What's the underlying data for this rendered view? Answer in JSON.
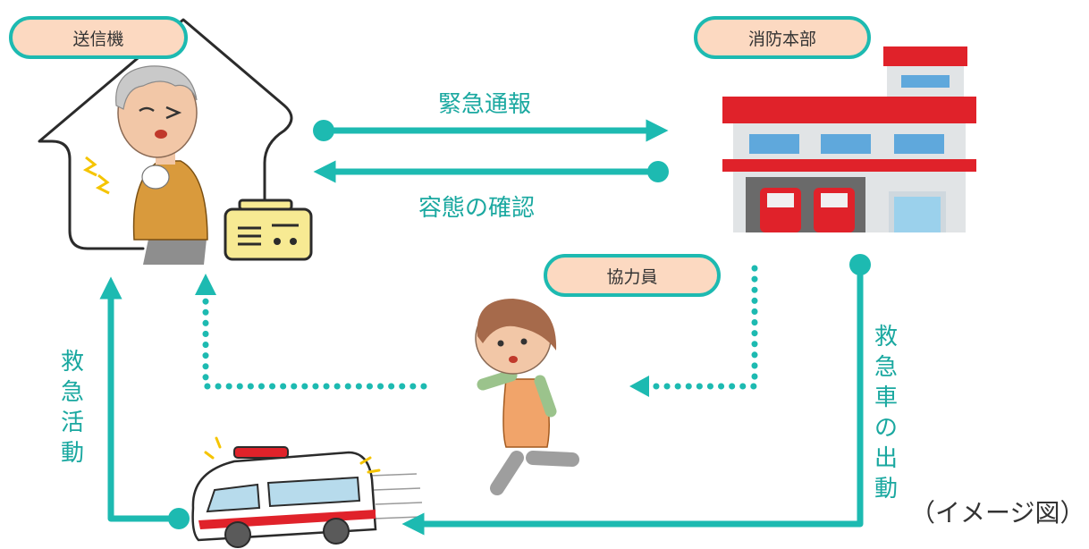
{
  "nodes": {
    "sender": "送信機",
    "fire_hq": "消防本部",
    "helper": "協力員"
  },
  "flows": {
    "emergency_call": "緊急通報",
    "condition_check": "容態の確認",
    "rescue_activity": "救急活動",
    "ambulance_dispatch": "救急車の出動"
  },
  "caption": "（イメージ図）",
  "colors": {
    "teal": "#1dbab1",
    "pill_fill": "#fcd9c1",
    "fire_red": "#e0222a",
    "building_gray": "#e1e4e6",
    "sweater": "#d99a3c"
  }
}
